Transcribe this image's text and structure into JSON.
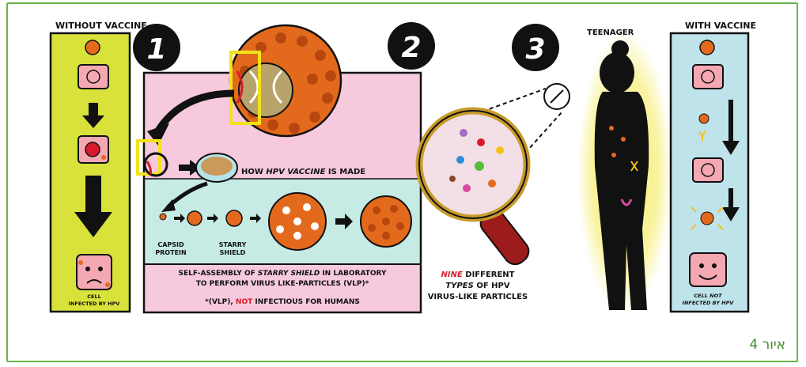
{
  "panel_left": {
    "title": "WITHOUT VACCINE",
    "cell_label_1": "CELL",
    "cell_label_2": "INFECTED BY HPV"
  },
  "panel_right": {
    "title": "WITH VACCINE",
    "cell_label_1": "CELL NOT",
    "cell_label_2": "INFECTED BY HPV"
  },
  "steps": [
    "1",
    "2",
    "3"
  ],
  "middle": {
    "how_made_prefix": "HOW ",
    "how_made_bold": "HPV VACCINE",
    "how_made_suffix": " IS MADE",
    "capsid_1": "CAPSID",
    "capsid_2": "PROTEIN",
    "starry_1": "STARRY",
    "starry_2": "SHIELD",
    "assembly_line1_a": "SELF-ASSEMBLY OF ",
    "assembly_line1_b": "STARRY SHIELD",
    "assembly_line1_c": " IN LABORATORY",
    "assembly_line2": "TO PERFORM VIRUS LIKE-PARTICLES (VLP)*",
    "footnote_a": "*(VLP), ",
    "footnote_b": "NOT",
    "footnote_c": " INFECTIOUS FOR HUMANS"
  },
  "magnifier": {
    "line1_a": "NINE",
    "line1_b": " DIFFERENT",
    "line2_a": "TYPES",
    "line2_b": " OF HPV",
    "line3": "VIRUS-LIKE PARTICLES"
  },
  "teen_label": "TEENAGER",
  "caption": "איור 4",
  "colors": {
    "frame": "#6bb546",
    "left_panel": "#d8e23a",
    "right_panel": "#bfe3ea",
    "middle_panel": "#f6c9dd",
    "teal_band": "#c6ebe5",
    "virus": "#e36a1c",
    "highlight": "#f3e21a",
    "red_accent": "#d81b2a",
    "glow": "#f7ef6a"
  }
}
